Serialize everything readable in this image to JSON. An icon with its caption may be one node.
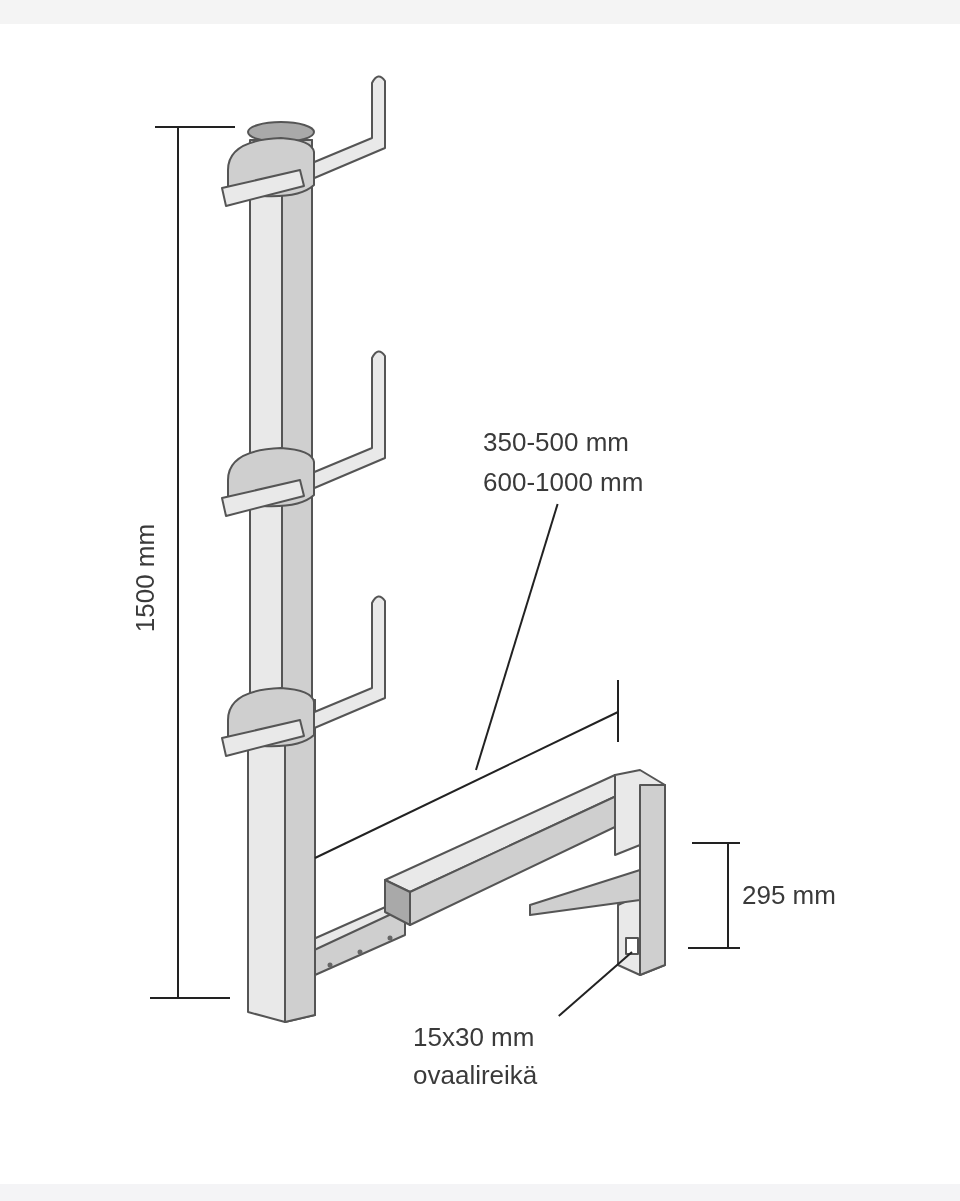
{
  "diagram": {
    "nodes": [
      {
        "text": [
          "350-500 mm 600-1000 mm"
        ]
      },
      {
        "text": [
          "15x30 mm ovaalireikä"
        ]
      }
    ],
    "edges": [
      {
        "from": 0,
        "to": null,
        "arrow": "none"
      },
      {
        "from": 1,
        "to": null,
        "arrow": "none"
      }
    ],
    "labels": [
      "1500 mm",
      "295 mm"
    ]
  }
}
